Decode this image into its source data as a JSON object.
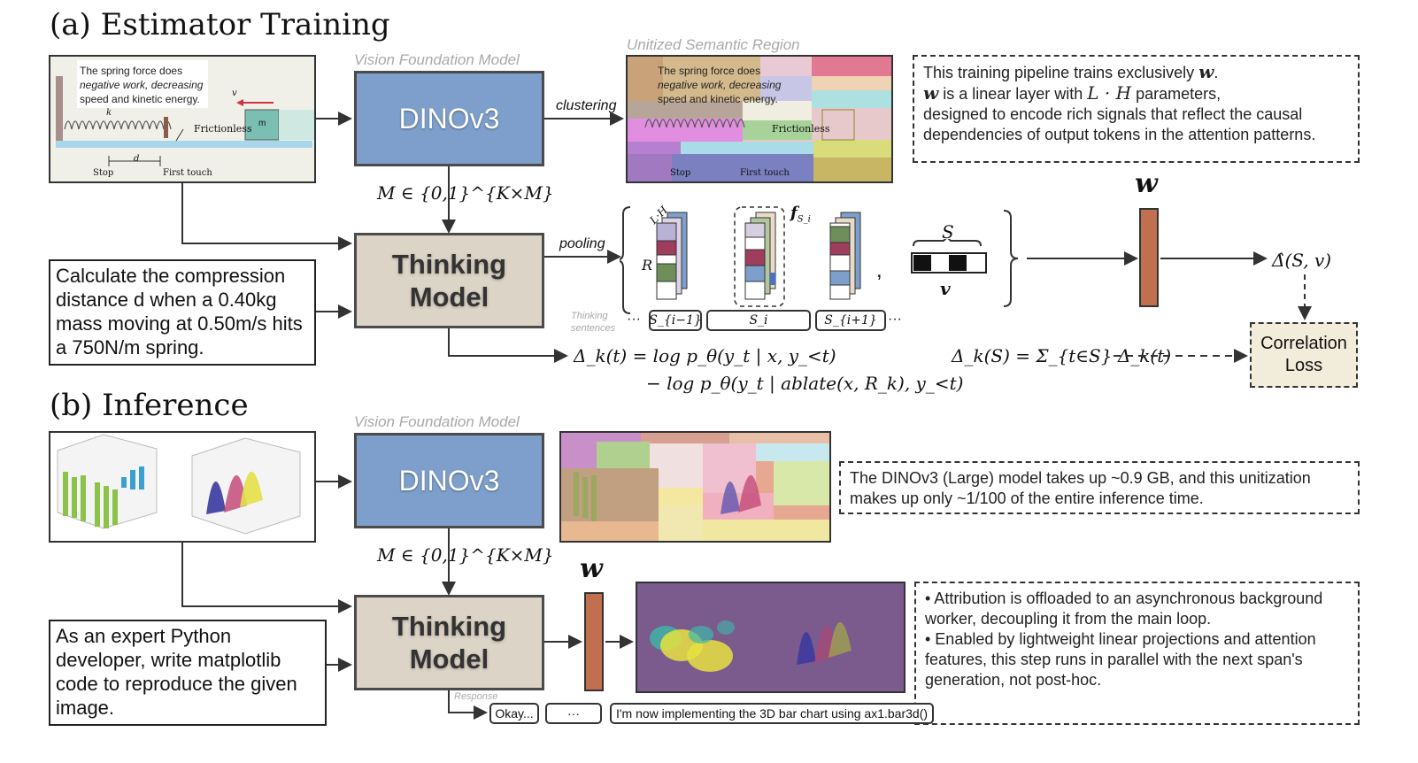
{
  "section_a": {
    "title": "(a) Estimator Training",
    "vfm_label": "Vision Foundation Model",
    "dino_label": "DINOv3",
    "clustering_label": "clustering",
    "unitized_label": "Unitized Semantic Region",
    "mask_formula": "M ∈ {0,1}^{K×M}",
    "thinking_label": "Thinking\nModel",
    "pooling_label": "pooling",
    "prompt": "Calculate the compression distance d when a 0.40kg mass moving at 0.50m/s hits a 750N/m spring.",
    "note": {
      "line1_pre": "This training pipeline trains exclusively ",
      "line1_w": "w",
      "line1_post": ".",
      "line2_w": "w",
      "line2_mid": " is a linear layer with ",
      "line2_LH": "L · H",
      "line2_post": " parameters,",
      "line3": "designed to encode rich signals that reflect the causal",
      "line4": "dependencies of output tokens in the attention patterns."
    },
    "physics_image": {
      "caption_line1": "The spring force does",
      "caption_line2": "negative work, decreasing",
      "caption_line3": "speed and kinetic energy.",
      "k": "k",
      "v": "v",
      "frictionless": "Frictionless",
      "m": "m",
      "d": "d",
      "stop": "Stop",
      "first_touch": "First touch"
    },
    "w_label": "w",
    "f_label": "f",
    "f_sub": "S_i",
    "LH_label": "L·H",
    "R_label": "R",
    "S_label": "S",
    "v_label": "v",
    "thinking_sentences": "Thinking\nsentences",
    "sentences": [
      "S_{i−1}",
      "S_i",
      "S_{i+1}"
    ],
    "ellipsis": "···",
    "delta_hat": "Δ̂(S, v)",
    "delta_formula_1": "Δ_k(t) = log p_θ(y_t | x, y_<t)",
    "delta_formula_2": "− log p_θ(y_t | ablate(x, R_k), y_<t)",
    "delta_S_formula": "Δ_k(S) = Σ_{t∈S} Δ_k(t)",
    "correlation_loss": "Correlation\nLoss"
  },
  "section_b": {
    "title": "(b) Inference",
    "vfm_label": "Vision Foundation Model",
    "dino_label": "DINOv3",
    "mask_formula": "M ∈ {0,1}^{K×M}",
    "thinking_label": "Thinking\nModel",
    "w_label": "w",
    "prompt": "As an expert Python developer, write matplotlib code to reproduce the given image.",
    "note1": "The DINOv3 (Large) model takes up ~0.9 GB, and this unitization makes up only ~1/100 of the entire inference time.",
    "note2_bullet1": "• Attribution is offloaded to an asynchronous background worker, decoupling it from the main loop.",
    "note2_bullet2": "• Enabled by lightweight linear projections and attention features, this step runs in parallel with the next span's generation, not post-hoc.",
    "response_label": "Response",
    "response_pills": [
      "Okay...",
      "···",
      "I'm now implementing the 3D bar chart using ax1.bar3d()"
    ]
  },
  "colors": {
    "dino_blue": "#7e9fcb",
    "thinking_tan": "#dcd4c6",
    "w_bar": "#c0704f",
    "correlation_fill": "#f2ecda"
  }
}
